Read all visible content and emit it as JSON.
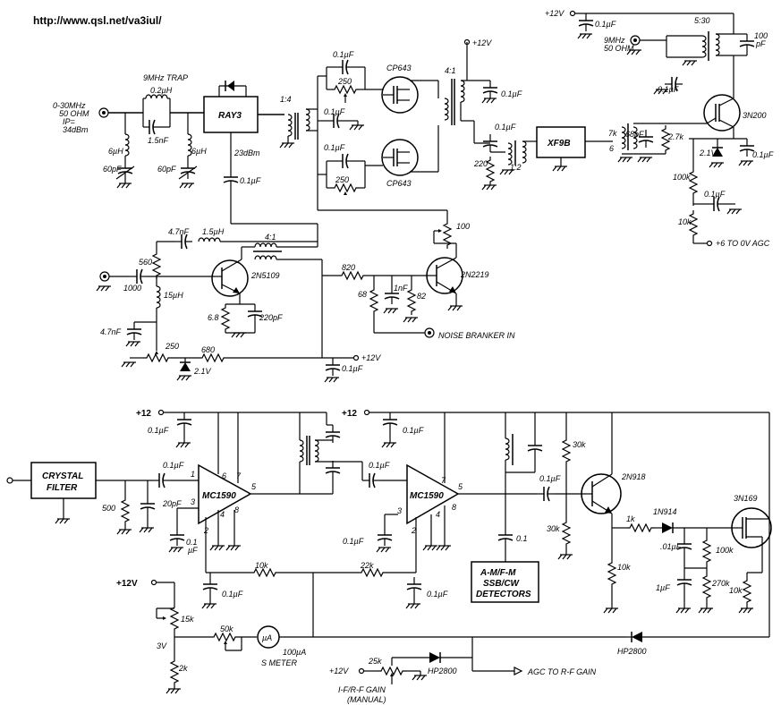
{
  "header": {
    "url": "http://www.qsl.net/va3iul/"
  },
  "top_section": {
    "input_label": [
      "0-30MHz",
      "50 OHM",
      "IP=",
      "34dBm"
    ],
    "trap": {
      "title": "9MHz TRAP",
      "inductor": "0.2µH",
      "capacitor": "1.5nF"
    },
    "shunt1": {
      "l": "6µH",
      "c": "60pF"
    },
    "shunt2": {
      "l": "6µH",
      "c": "60pF"
    },
    "mixer_block": "RAY3",
    "ratio_1_4": "1:4",
    "ray3_out": "23dBm",
    "ray3_cap": "0.1µF",
    "cp_top": "CP643",
    "cp_bottom": "CP643",
    "cap_top": "0.1µF",
    "pot_top": "250",
    "cap_mid": "0.1µF",
    "cap_bot": "0.1µF",
    "pot_bot": "250",
    "ratio_4_1": "4:1",
    "plus12_a": "+12V",
    "cap_out1": "0.1µF",
    "cap_out2": "0.1µF",
    "r_220": "220",
    "ratio_1_2": "1:2",
    "xf_block": "XF9B",
    "r_7k": "7k",
    "r_6": "6",
    "c_68pf": "68pF",
    "r_27k": "2.7k",
    "plus12_b": "+12V",
    "cap_agc1": "0.1µF",
    "out_9mhz": [
      "9MHz",
      "50 OHM"
    ],
    "ratio_5_30": "5:30",
    "c_100pf": [
      "100",
      "pF"
    ],
    "cap_agc2": "0.1µF",
    "q_3n200": "3N200",
    "z_21v": "2.1V",
    "cap_agc3": "0.1µF",
    "r_100k": "100k",
    "cap_agc4": "0.1µF",
    "r_10k": "10k",
    "agc_label": "+6 TO 0V AGC"
  },
  "lo_section": {
    "c_47nf_a": "4.7nF",
    "l_15uh_a": "1.5µH",
    "ratio_4_1": "4:1",
    "r_560": "560",
    "c_1000": "1000",
    "l_15uh_b": "15µH",
    "q_2n5109": "2N5109",
    "r_68a": "6.8",
    "c_220pf": "220pF",
    "c_47nf_b": "4.7nF",
    "pot_250": "250",
    "r_680": "680",
    "z_21v": "2.1V",
    "plus12": "+12V",
    "cap_bot": "0.1µF",
    "r_820": "820",
    "r_68b": "68",
    "c_1nf": "1nF",
    "r_82": "82",
    "pot_100": "100",
    "q_2n2219": "2N2219",
    "nb_in": "NOISE BRANKER IN"
  },
  "if_section": {
    "plus12_a": "+12",
    "cap_a": "0.1µF",
    "crystal_filter": [
      "CRYSTAL",
      "FILTER"
    ],
    "cap_in": "0.1µF",
    "r_500": "500",
    "c_20pf": "20pF",
    "cap_b": [
      "0.1",
      "µF"
    ],
    "u1": "MC1590",
    "u1_pins": [
      "1",
      "3",
      "2",
      "6",
      "7",
      "5",
      "8",
      "4"
    ],
    "plus12_b": "+12",
    "cap_c": "0.1µF",
    "cap_d": "0.1µF",
    "u2": "MC1590",
    "u2_pins": [
      "3",
      "2",
      "7",
      "5",
      "8",
      "4"
    ],
    "cap_e": "0.1µF",
    "r_10k_a": "10k",
    "r_22k": "22k",
    "cap_f": "0.1µF",
    "cap_g": "0.1µF",
    "cap_h": "0.1",
    "detectors": [
      "A-M/F-M",
      "SSB/CW",
      "DETECTORS"
    ],
    "r_30k_a": "30k",
    "cap_i": "0.1µF",
    "q_2n918": "2N918",
    "r_30k_b": "30k",
    "r_1k": "1k",
    "d_1n914": "1N914",
    "q_3n169": "3N169",
    "c_01uf": ".01µF",
    "r_100k": "100k",
    "r_10k_b": "10k",
    "c_1uf": "1µF",
    "r_270k": "270k",
    "r_10k_c": "10k",
    "plus12_c": "+12V",
    "pot_15k": "15k",
    "v_3v": "3V",
    "pot_50k": "50k",
    "meter": "µA",
    "meter_val": "100µA",
    "s_meter": "S METER",
    "r_2k": "2k",
    "plus12_d": "+12V",
    "pot_25k": "25k",
    "d_hp2800_a": "HP2800",
    "d_hp2800_b": "HP2800",
    "agc_out": "AGC TO R-F GAIN",
    "gain_label": [
      "I-F/R-F GAIN",
      "(MANUAL)"
    ]
  }
}
